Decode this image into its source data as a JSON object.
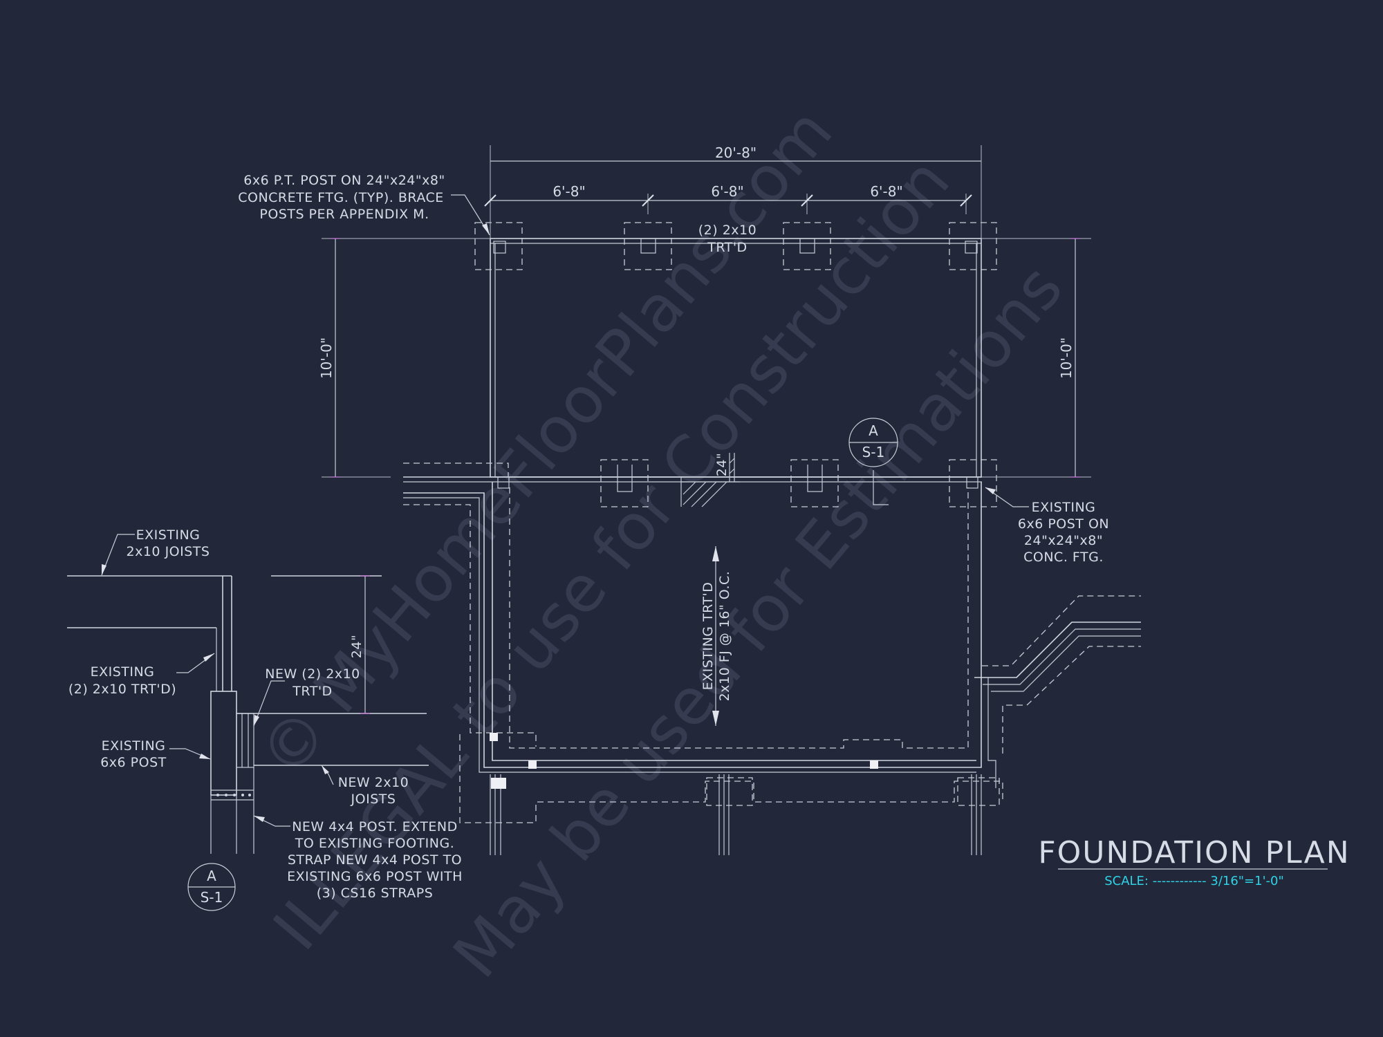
{
  "title": "FOUNDATION PLAN",
  "scale": "SCALE: ------------ 3/16\"=1'-0\"",
  "watermark": {
    "line1": "© MyHomeFloorPlans.com",
    "line2": "ILLEGAL to use for Construction",
    "line3": "May be used for Estimations"
  },
  "dimensions": {
    "overall_width": "20'-8\"",
    "bay_1": "6'-8\"",
    "bay_2": "6'-8\"",
    "bay_3": "6'-8\"",
    "left_depth": "10'-0\"",
    "right_depth": "10'-0\"",
    "step": "24\"",
    "detail_height": "24\""
  },
  "notes": {
    "post_typ_1": "6x6 P.T. POST ON 24\"x24\"x8\"",
    "post_typ_2": "CONCRETE FTG. (TYP). BRACE",
    "post_typ_3": "POSTS PER APPENDIX M.",
    "beam_1": "(2) 2x10",
    "beam_2": "TRT'D",
    "existing_post_1": "EXISTING",
    "existing_post_2": "6x6 POST ON",
    "existing_post_3": "24\"x24\"x8\"",
    "existing_post_4": "CONC. FTG.",
    "joists_1": "EXISTING TRT'D",
    "joists_2": "2x10 FJ @ 16\" O.C."
  },
  "section_marker": {
    "letter": "A",
    "sheet": "S-1"
  },
  "detail": {
    "joists_1": "EXISTING",
    "joists_2": "2x10 JOISTS",
    "beam_1": "EXISTING",
    "beam_2": "(2) 2x10 TRT'D)",
    "new_beam_1": "NEW (2) 2x10",
    "new_beam_2": "TRT'D",
    "post_1": "EXISTING",
    "post_2": "6x6 POST",
    "new_joists_1": "NEW 2x10",
    "new_joists_2": "JOISTS",
    "new_post_1": "NEW 4x4 POST.  EXTEND",
    "new_post_2": "TO EXISTING FOOTING.",
    "new_post_3": "STRAP NEW 4x4 POST TO",
    "new_post_4": "EXISTING 6x6 POST WITH",
    "new_post_5": "(3) CS16 STRAPS",
    "marker_letter": "A",
    "marker_sheet": "S-1"
  },
  "colors": {
    "background": "#222739",
    "linework": "#d2d6e0",
    "dimension_ext": "#c77ad8",
    "scale_text": "#2fd3e6"
  }
}
